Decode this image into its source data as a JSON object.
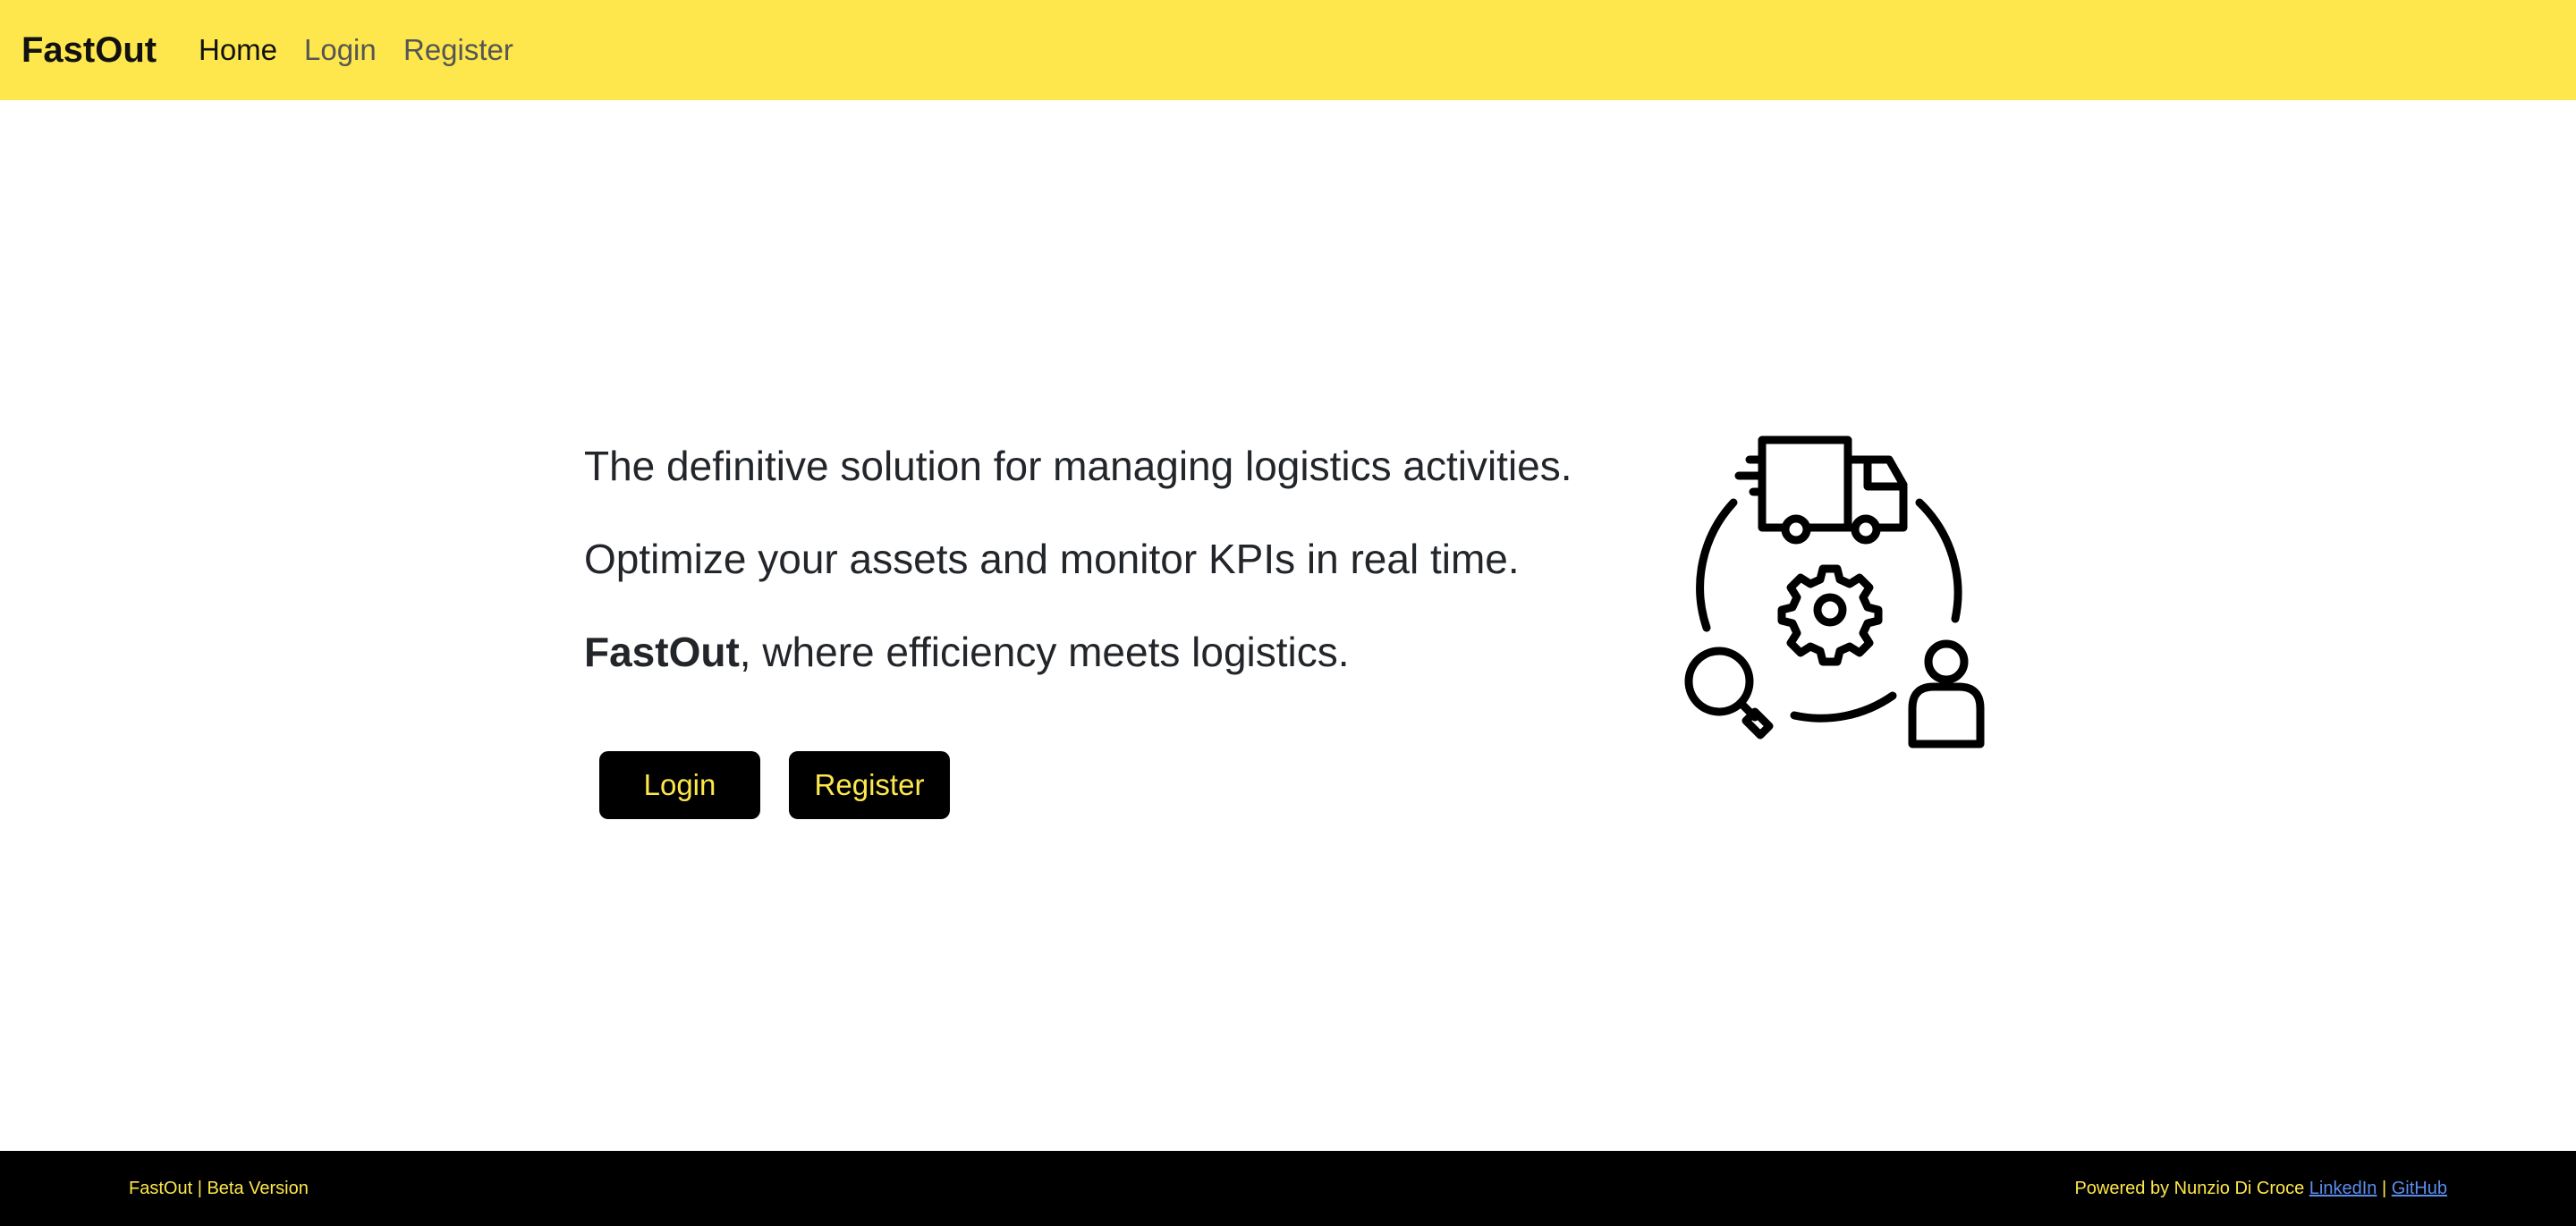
{
  "navbar": {
    "brand": "FastOut",
    "links": [
      "Home",
      "Login",
      "Register"
    ],
    "active": "Home",
    "background": "#fde74c"
  },
  "hero": {
    "line1": "The definitive solution for managing logistics activities.",
    "line2": "Optimize your assets and monitor KPIs in real time.",
    "line3_brand": "FastOut",
    "line3_rest": ", where efficiency meets logistics.",
    "buttons": {
      "login": "Login",
      "register": "Register"
    },
    "illustration_icons": [
      "truck-icon",
      "gear-icon",
      "magnifier-icon",
      "person-icon"
    ]
  },
  "footer": {
    "left": "FastOut | Beta Version",
    "powered_by": "Powered by Nunzio Di Croce",
    "link_linkedin": "LinkedIn",
    "separator": "|",
    "link_github": "GitHub",
    "background": "#000000",
    "text_color": "#fde74c",
    "link_color": "#5b8def"
  }
}
